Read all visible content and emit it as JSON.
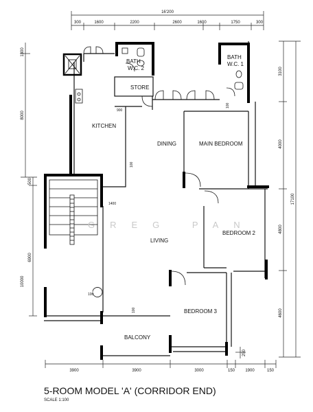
{
  "title": "5-ROOM MODEL 'A' (CORRIDOR END)",
  "scale": "SCALE 1:100",
  "watermark": "GREG PAN",
  "dimensions": {
    "overall_width": "16'200",
    "top": [
      "300",
      "1600",
      "2200",
      "2600",
      "1600",
      "1750",
      "300"
    ],
    "bottom": [
      "3900",
      "3900",
      "3000",
      "150",
      "1900",
      "150"
    ],
    "left": [
      "1300",
      "8000",
      "500",
      "6900",
      "10000"
    ],
    "right": [
      "3100",
      "4000",
      "4800",
      "4600",
      "17100"
    ],
    "bottom_right_small": "250"
  },
  "rooms": {
    "bath2": "BATH",
    "wc2": "W.C. 2",
    "bath1": "BATH",
    "wc1": "W.C. 1",
    "store": "STORE",
    "kitchen": "KITCHEN",
    "dining": "DINING",
    "master": "MAIN BEDROOM",
    "bedroom2": "BEDROOM 2",
    "living": "LIVING",
    "bedroom3": "BEDROOM 3",
    "balcony": "BALCONY"
  },
  "annotations": {
    "a1": "900",
    "a2": "100",
    "a3": "100",
    "a4": "100",
    "a5": "1400",
    "a6": "100"
  }
}
